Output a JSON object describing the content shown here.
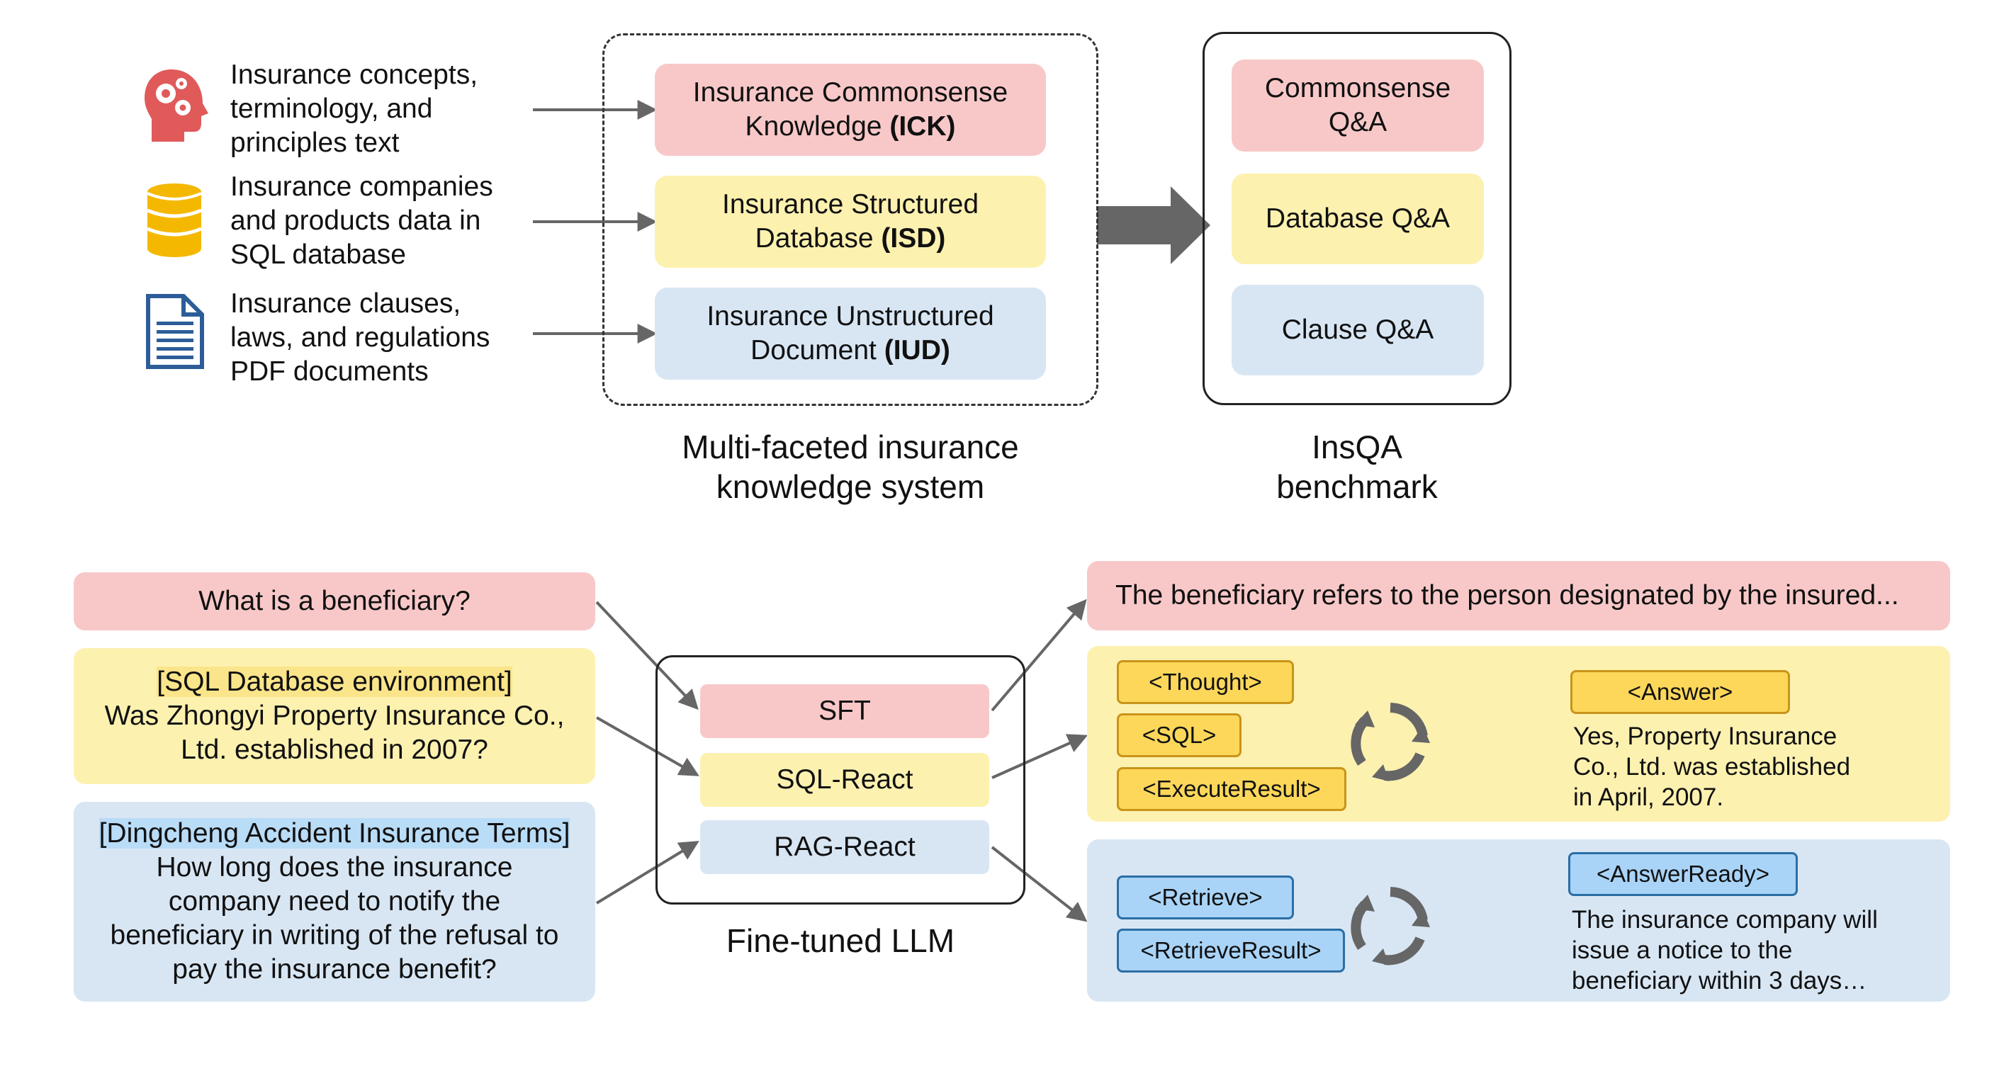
{
  "sources": [
    {
      "icon": "brain-gear-icon",
      "lines": [
        "Insurance concepts,",
        "terminology, and",
        "principles text"
      ]
    },
    {
      "icon": "database-icon",
      "lines": [
        "Insurance companies",
        "and products data in",
        "SQL database"
      ]
    },
    {
      "icon": "document-icon",
      "lines": [
        "Insurance clauses,",
        "laws, and regulations",
        "PDF documents"
      ]
    }
  ],
  "knowledge": {
    "ick": {
      "line1": "Insurance Commonsense",
      "line2_pre": "Knowledge ",
      "abbr": "(ICK)"
    },
    "isd": {
      "line1": "Insurance Structured",
      "line2_pre": "Database ",
      "abbr": "(ISD)"
    },
    "iud": {
      "line1": "Insurance Unstructured",
      "line2_pre": "Document ",
      "abbr": "(IUD)"
    },
    "caption_line1": "Multi-faceted insurance",
    "caption_line2": "knowledge system"
  },
  "benchmark": {
    "commonsense_line1": "Commonsense",
    "commonsense_line2": "Q&A",
    "database": "Database Q&A",
    "clause": "Clause Q&A",
    "caption_line1": "InsQA",
    "caption_line2": "benchmark"
  },
  "questions": {
    "q1": "What is a beneficiary?",
    "q2_env": "[SQL Database environment]",
    "q2_line1": "Was Zhongyi Property Insurance Co.,",
    "q2_line2": "Ltd. established in 2007?",
    "q3_env": "[Dingcheng Accident Insurance Terms]",
    "q3_line1": "How long does the insurance",
    "q3_line2": "company need to notify the",
    "q3_line3": "beneficiary in writing of the refusal to",
    "q3_line4": "pay the insurance benefit?"
  },
  "llm": {
    "sft": "SFT",
    "sql_react": "SQL-React",
    "rag_react": "RAG-React",
    "caption": "Fine-tuned LLM"
  },
  "outputs": {
    "sft_answer": "The beneficiary refers to the person designated by the insured...",
    "sql_tags": [
      "<Thought>",
      "<SQL>",
      "<ExecuteResult>"
    ],
    "sql_answer_tag": "<Answer>",
    "sql_answer_lines": [
      "Yes, Property Insurance",
      "Co., Ltd. was established",
      "in April, 2007."
    ],
    "rag_tags": [
      "<Retrieve>",
      "<RetrieveResult>"
    ],
    "rag_answer_tag": "<AnswerReady>",
    "rag_answer_lines": [
      "The insurance company will",
      "issue a notice to the",
      "beneficiary within 3 days…"
    ]
  },
  "colors": {
    "pink": "#f8c8c8",
    "yellow": "#fdf1b0",
    "blue": "#d8e6f4",
    "tag_yellow": "#fcd75a",
    "tag_blue": "#a9d4f7",
    "arrow_gray": "#666666",
    "icon_red": "#e05a5a",
    "icon_gold": "#f5b800",
    "icon_navy": "#2c5d98"
  }
}
